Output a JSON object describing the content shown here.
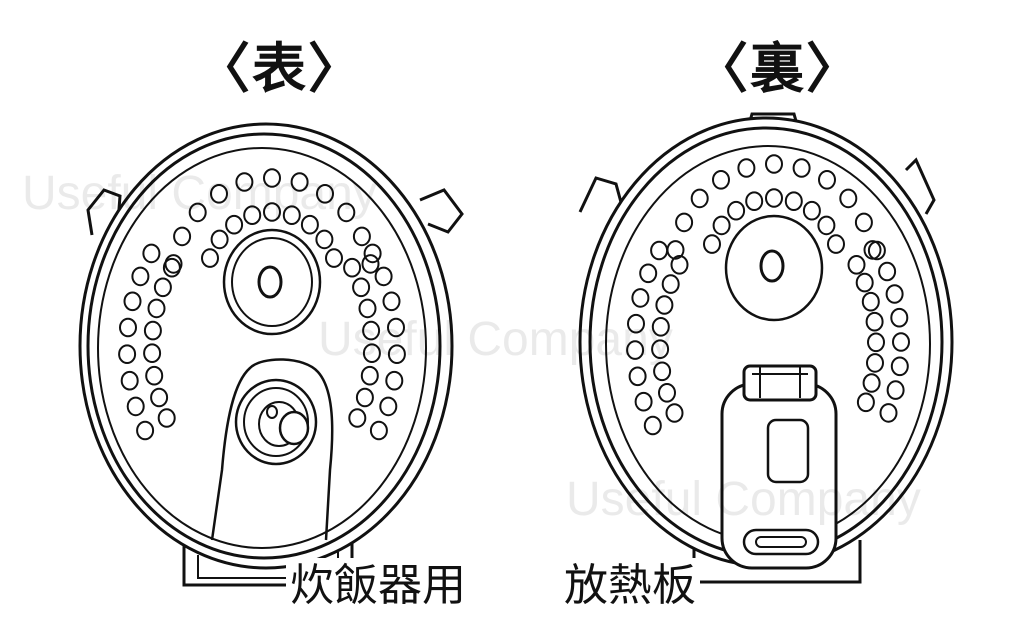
{
  "headings": {
    "front": "〈表〉",
    "back": "〈裏〉"
  },
  "caption": {
    "product": "炊飯器用",
    "part": "放熱板"
  },
  "watermark": "Useful Company",
  "colors": {
    "line": "#111111",
    "background": "#ffffff"
  }
}
